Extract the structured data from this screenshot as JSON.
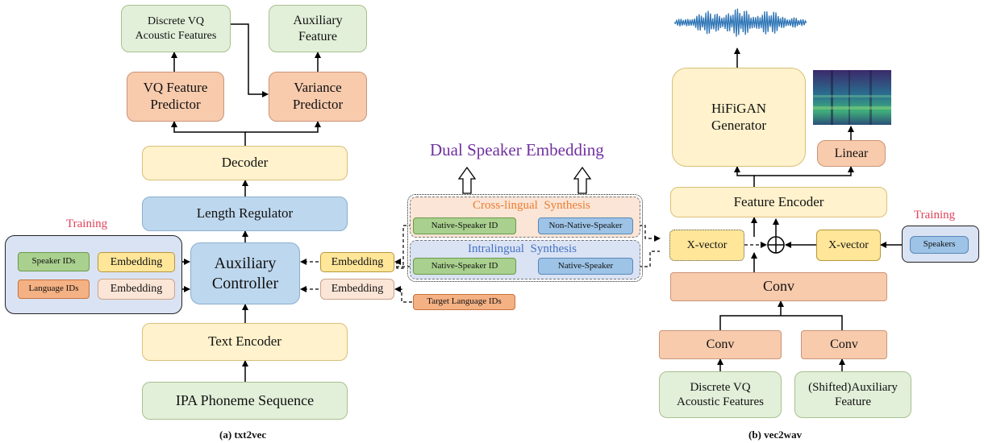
{
  "txt2vec": {
    "discrete_vq": "Discrete VQ Acoustic Features",
    "auxiliary_feature": "Auxiliary Feature",
    "vq_predictor": "VQ Feature Predictor",
    "variance_predictor": "Variance Predictor",
    "decoder": "Decoder",
    "length_regulator": "Length Regulator",
    "training": "Training",
    "speaker_ids": "Speaker IDs",
    "language_ids": "Language IDs",
    "embedding": "Embedding",
    "auxiliary_controller": "Auxiliary Controller",
    "text_encoder": "Text Encoder",
    "ipa": "IPA Phoneme Sequence",
    "caption": "(a) txt2vec"
  },
  "middle": {
    "dual": "Dual Speaker Embedding",
    "cross": "Cross-lingual  Synthesis",
    "intra": "Intralingual  Synthesis",
    "native_id_1": "Native-Speaker ID",
    "non_native": "Non-Native-Speaker",
    "native_id_2": "Native-Speaker ID",
    "native_speaker": "Native-Speaker",
    "embedding_1": "Embedding",
    "embedding_2": "Embedding",
    "target_lang": "Target Language IDs"
  },
  "vec2wav": {
    "hifigan": "HiFiGAN Generator",
    "linear": "Linear",
    "feature_encoder": "Feature Encoder",
    "training": "Training",
    "xvector_left": "X-vector",
    "xvector_right": "X-vector",
    "speakers": "Speakers",
    "conv_main": "Conv",
    "conv_left": "Conv",
    "conv_right": "Conv",
    "discrete_vq": "Discrete VQ Acoustic Features",
    "shifted_aux": "(Shifted)Auxiliary Feature",
    "caption": "(b) vec2wav"
  },
  "colors": {
    "training_red": "#e0425a",
    "dual_purple": "#7030a0",
    "cross_orange": "#ed7d31",
    "intra_blue": "#4472c4",
    "waveform_blue": "#2e75b6"
  },
  "icons": {
    "waveform": "waveform-icon",
    "spectrogram": "spectrogram-icon",
    "plus": "circled-plus-icon"
  }
}
